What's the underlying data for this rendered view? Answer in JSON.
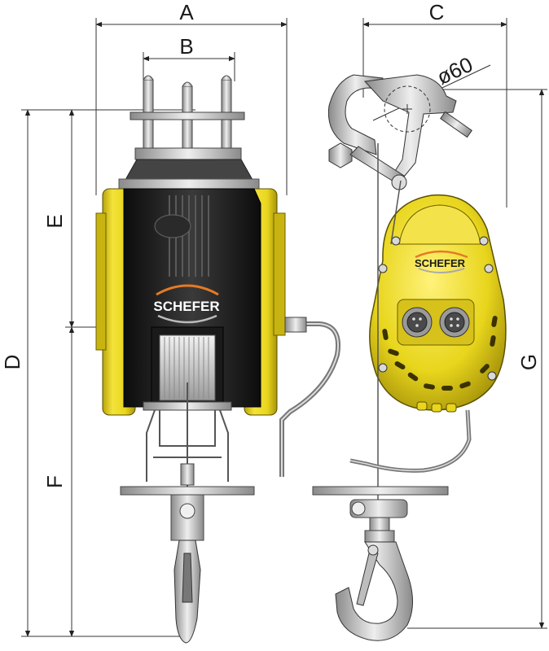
{
  "dimensions": {
    "A": "A",
    "B": "B",
    "C": "C",
    "D": "D",
    "E": "E",
    "F": "F",
    "G": "G",
    "diameter": "ø60"
  },
  "brand": {
    "front_logo": "SCHEFER",
    "side_logo": "SCHEFER"
  },
  "colors": {
    "body_yellow": "#e8d51c",
    "body_dark": "#1c1c1c",
    "steel": "#c9c9c9",
    "line": "#333333"
  }
}
